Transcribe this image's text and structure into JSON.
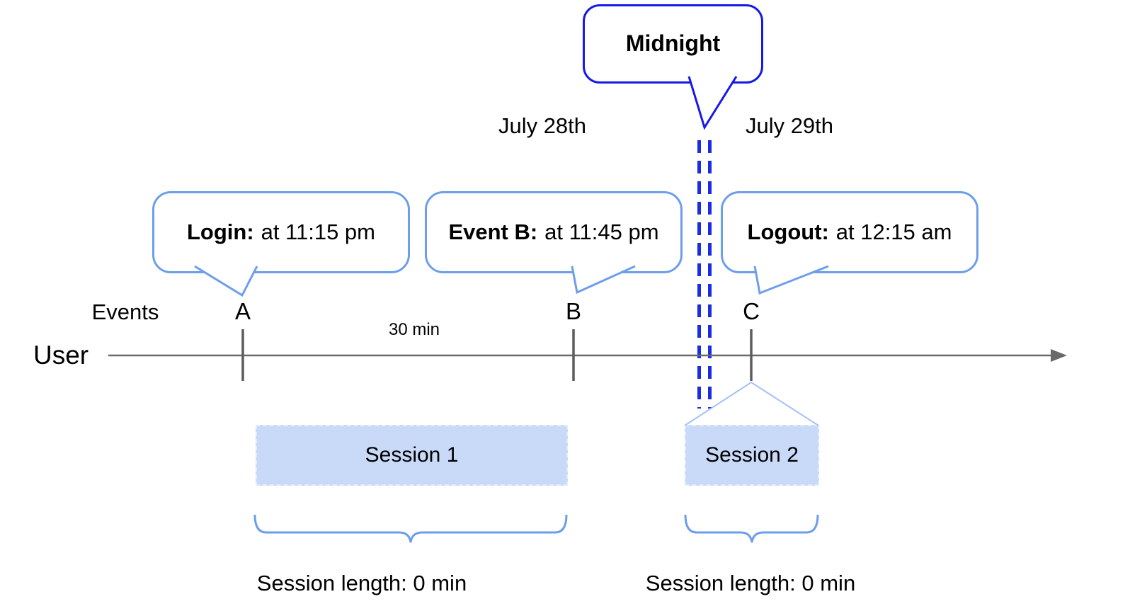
{
  "callouts": {
    "midnight": {
      "title": "Midnight"
    },
    "login": {
      "title": "Login:",
      "time": "at 11:15 pm"
    },
    "event_b": {
      "title": "Event B:",
      "time": "at 11:45 pm"
    },
    "logout": {
      "title": "Logout:",
      "time": "at 12:15 am"
    }
  },
  "dates": {
    "before_midnight": "July 28th",
    "after_midnight": "July 29th"
  },
  "timeline": {
    "events_label": "Events",
    "user_label": "User",
    "interval_label": "30 min",
    "tick_labels": [
      "A",
      "B",
      "C"
    ]
  },
  "sessions": [
    {
      "name": "Session 1",
      "length": "Session length: 0 min"
    },
    {
      "name": "Session 2",
      "length": "Session length: 0 min"
    }
  ],
  "colors": {
    "callout_light_blue": "#6d9eeb",
    "midnight_blue": "#161ae8",
    "divider_dash_blue": "#1b2de1",
    "session_fill": "#c9daf8",
    "connector_light_blue": "#a4c2f4",
    "axis_gray": "#666666"
  }
}
